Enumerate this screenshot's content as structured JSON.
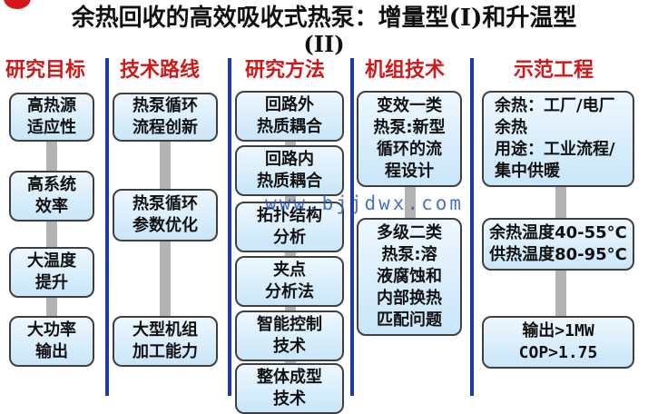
{
  "title": {
    "line1": "余热回收的高效吸收式热泵：增量型(I)和升温型",
    "line2": "(II)"
  },
  "columns": [
    {
      "heading": "研究目标",
      "boxes": [
        "高热源\n适应性",
        "高系统\n效率",
        "大温度\n提升",
        "大功率\n输出"
      ]
    },
    {
      "heading": "技术路线",
      "boxes": [
        "热泵循环\n流程创新",
        "热泵循环\n参数优化",
        "大型机组\n加工能力"
      ]
    },
    {
      "heading": "研究方法",
      "boxes": [
        "回路外\n热质耦合",
        "回路内\n热质耦合",
        "拓扑结构\n分析",
        "夹点\n分析法",
        "智能控制\n技术",
        "整体成型\n技术"
      ]
    },
    {
      "heading": "机组技术",
      "boxes": [
        "变效一类\n热泵:新型\n循环的流\n程设计",
        "多级二类\n热泵:溶\n液腐蚀和\n内部换热\n匹配问题"
      ]
    },
    {
      "heading": "示范工程",
      "boxes": [
        "余热：工厂/电厂\n余热\n用途：工业流程/\n集中供暖",
        "余热温度40-55°C\n供热温度80-95°C",
        "输出>1MW\nCOP>1.75"
      ]
    }
  ],
  "watermark": "www.bjjdwx.com",
  "colors": {
    "heading": "#d01818",
    "divider": "#1f39a8",
    "box_border": "#3f3f3f",
    "box_fill": "#c9e6f9",
    "connector": "#b3b3b3"
  }
}
